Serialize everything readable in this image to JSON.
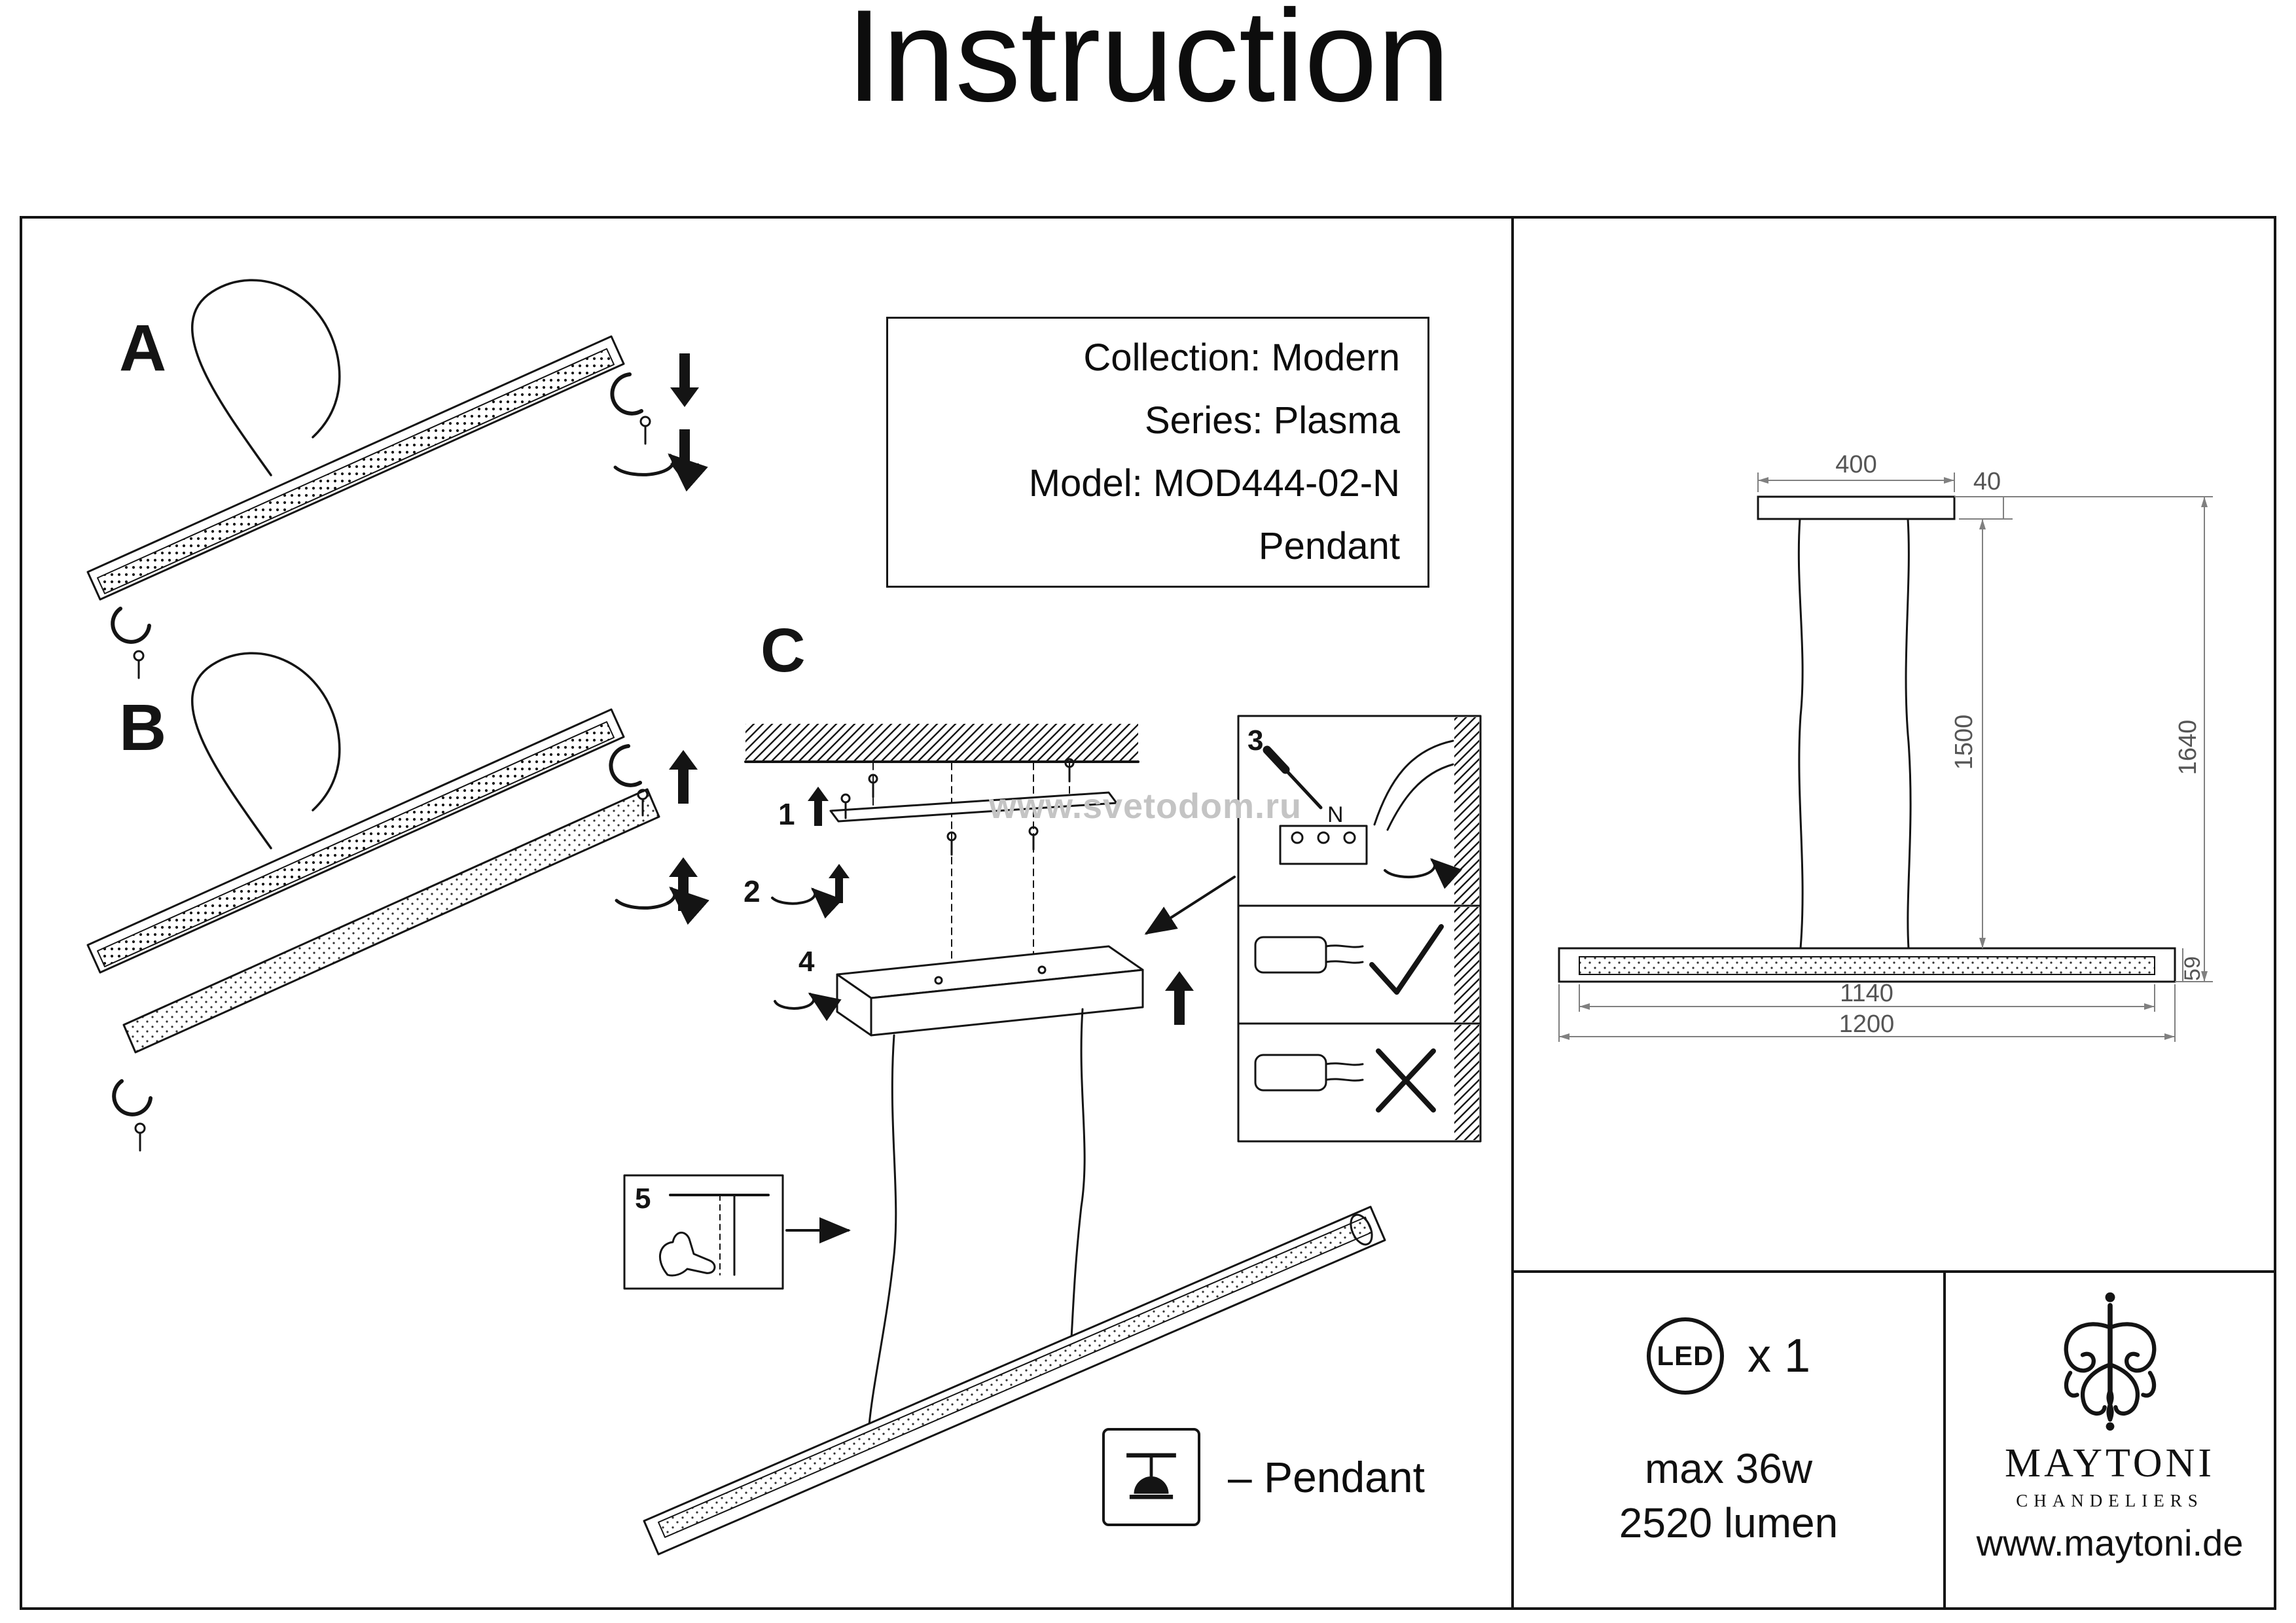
{
  "title": "Instruction",
  "info": {
    "collection": "Collection: Modern",
    "series": "Series: Plasma",
    "model": "Model: MOD444-02-N",
    "type": "Pendant"
  },
  "sections": {
    "a": "A",
    "b": "B",
    "c": "C"
  },
  "steps": {
    "s1": "1",
    "s2": "2",
    "s3": "3",
    "s4": "4",
    "s5": "5",
    "terminal_n": "N"
  },
  "watermark": "www.svetodom.ru",
  "legend": {
    "pendant_label": "– Pendant"
  },
  "dimensions": {
    "canopy_width": "400",
    "canopy_height": "40",
    "suspension_length": "1500",
    "total_height": "1640",
    "body_height": "59",
    "inner_width": "1140",
    "total_width": "1200"
  },
  "specs": {
    "led_label": "LED",
    "led_count": "x 1",
    "max_power": "max 36w",
    "luminous_flux": "2520 lumen"
  },
  "brand": {
    "name": "MAYTONI",
    "tagline": "CHANDELIERS",
    "website": "www.maytoni.de"
  },
  "colors": {
    "ink": "#141414",
    "dimension_line": "#808080",
    "dimension_text": "#555555",
    "watermark": "#c4c4c4"
  }
}
